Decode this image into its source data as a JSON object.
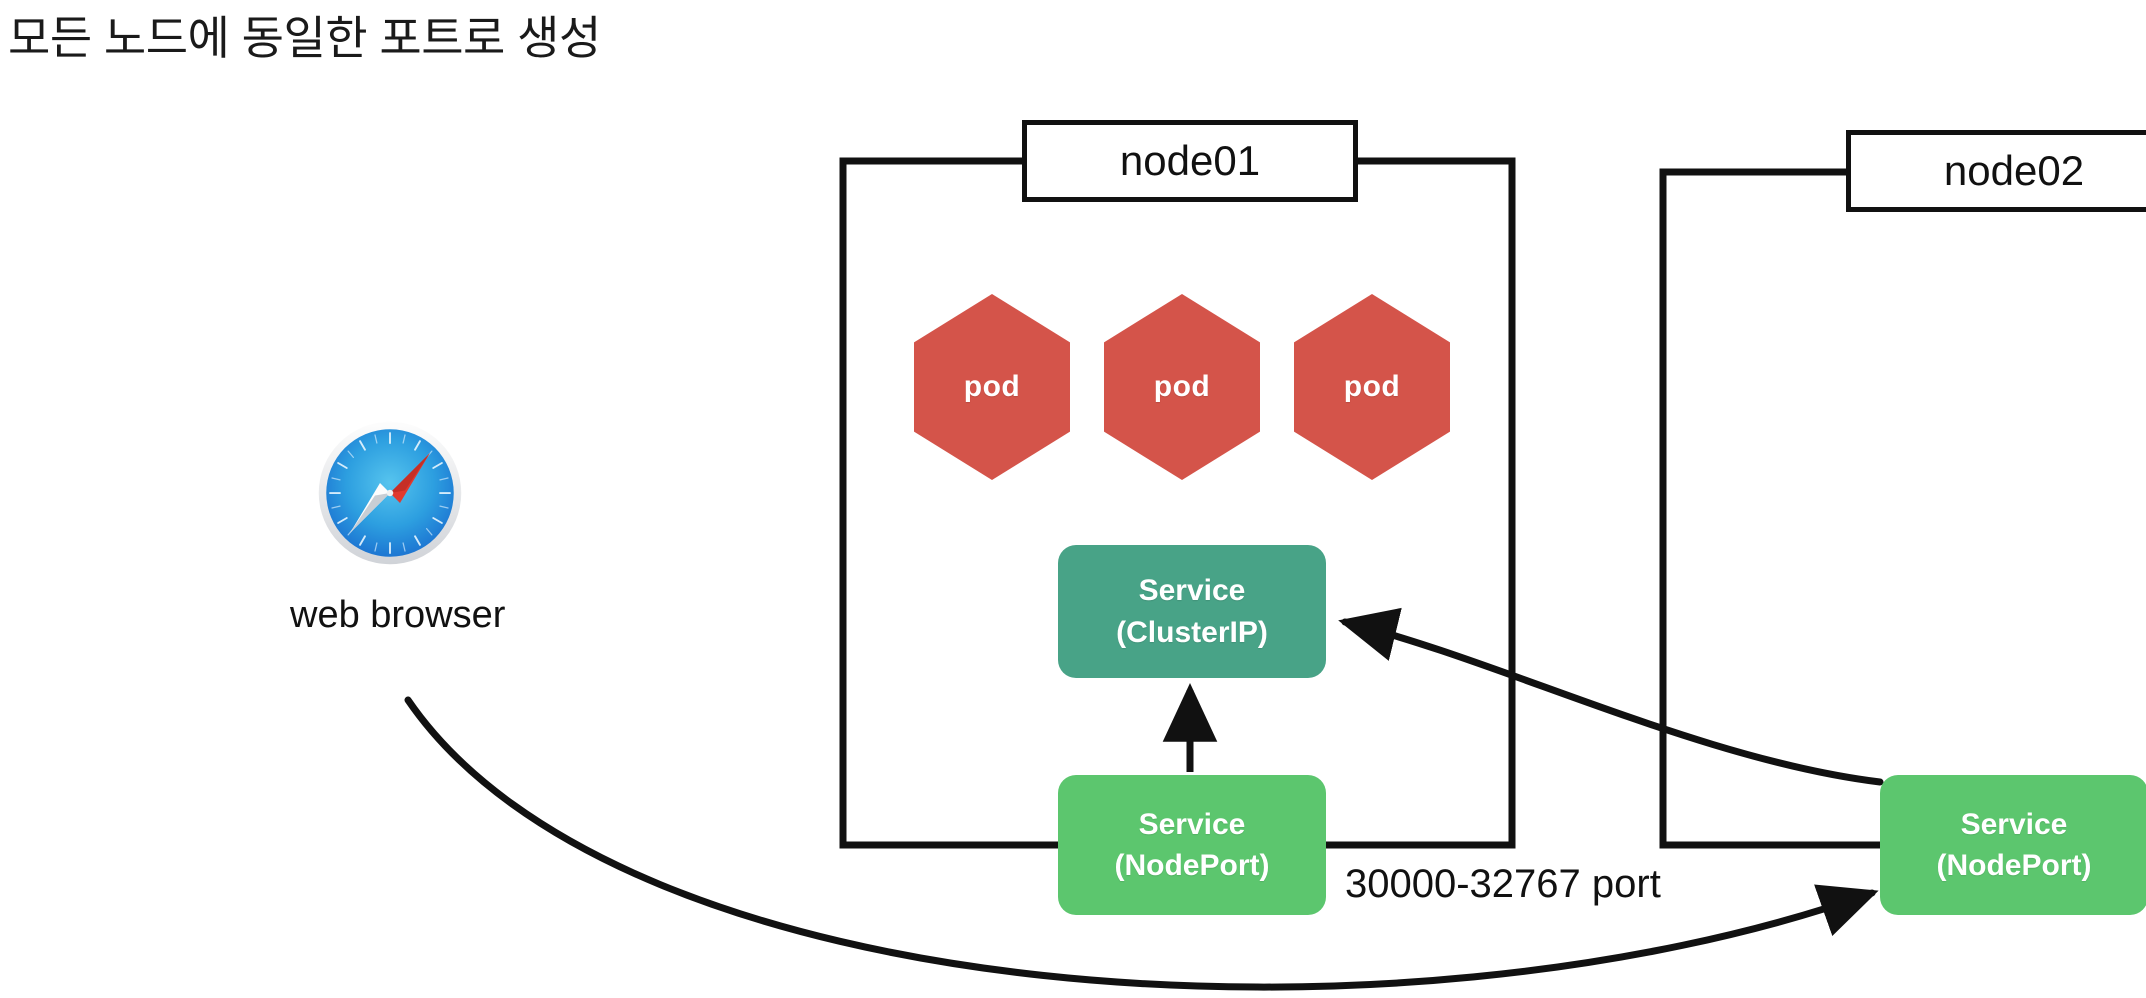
{
  "page": {
    "title": "모든 노드에 동일한 포트로 생성",
    "background_color": "#ffffff"
  },
  "colors": {
    "pod": "#d4544a",
    "service_clusterip": "#48a387",
    "service_nodeport": "#5cc66e",
    "line": "#111111",
    "text": "#111111",
    "box_text": "#ffffff"
  },
  "nodes": [
    {
      "id": "node01",
      "label": "node01"
    },
    {
      "id": "node02",
      "label": "node02"
    }
  ],
  "pods": [
    {
      "label": "pod"
    },
    {
      "label": "pod"
    },
    {
      "label": "pod"
    }
  ],
  "services": {
    "clusterip": {
      "line1": "Service",
      "line2": "(ClusterIP)",
      "color": "#48a387"
    },
    "nodeport_node01": {
      "line1": "Service",
      "line2": "(NodePort)",
      "color": "#5cc66e"
    },
    "nodeport_node02": {
      "line1": "Service",
      "line2": "(NodePort)",
      "color": "#5cc66e"
    }
  },
  "labels": {
    "port_range": "30000-32767 port",
    "browser": "web browser"
  },
  "icons": {
    "browser": "safari-compass-icon"
  }
}
